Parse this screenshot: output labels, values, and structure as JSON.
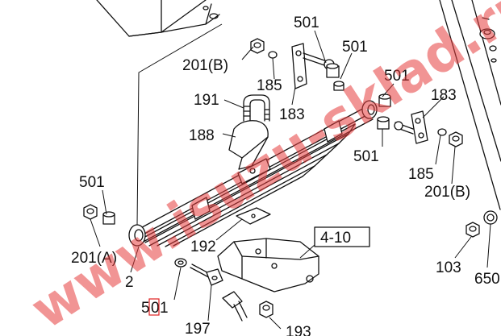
{
  "labels": {
    "l501_top": "501",
    "l501_upper_right": "501",
    "l501_right": "501",
    "l501_right_lower": "501",
    "l501_left": "501",
    "l501_bottom_prefix": "5",
    "l501_bottom_boxed": "0",
    "l501_bottom_suffix": "1",
    "l201b_top": "201(B)",
    "l201b_right": "201(B)",
    "l201a": "201(A)",
    "l185_top": "185",
    "l185_right": "185",
    "l183_top": "183",
    "l183_right": "183",
    "l191": "191",
    "l188": "188",
    "l192": "192",
    "l197": "197",
    "l193": "193",
    "l103": "103",
    "l650": "650",
    "l2": "2",
    "ref_box": "4-10"
  },
  "watermark": {
    "text": "www.isuzu-sklad.ru",
    "color": "#e63c3c"
  },
  "highlight_color": "#e02020"
}
